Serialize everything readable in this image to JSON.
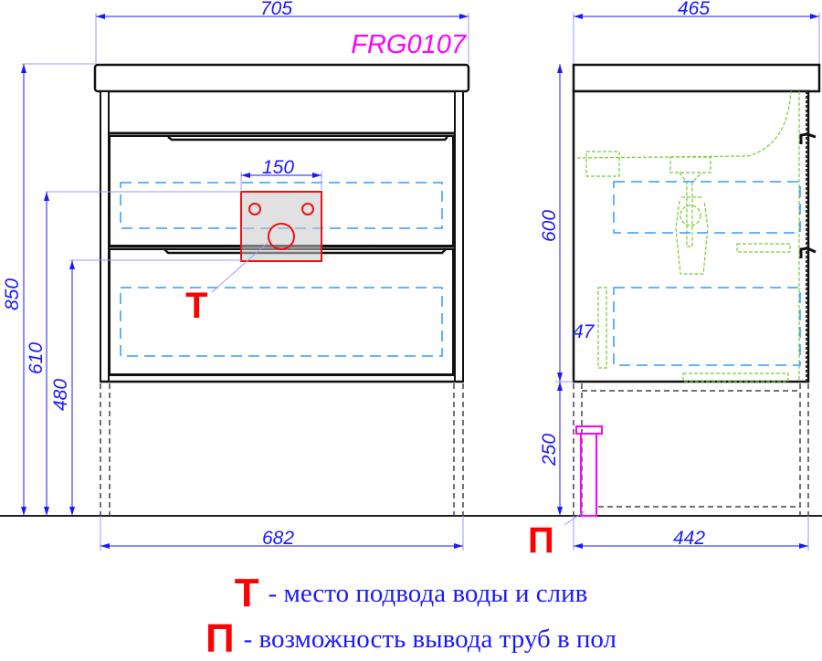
{
  "model": "FRG0107",
  "front_view": {
    "width_top": "705",
    "width_bottom": "682",
    "height_total": "850",
    "height_pipe_upper": "610",
    "height_pipe_lower": "480",
    "panel_width": "150",
    "marker": "Т"
  },
  "side_view": {
    "depth_top": "465",
    "depth_bottom": "442",
    "height_body": "600",
    "height_legs": "250",
    "offset": "47",
    "marker": "П"
  },
  "legend": [
    {
      "symbol": "Т",
      "text": "- место подвода воды и слив"
    },
    {
      "symbol": "П",
      "text": "- возможность вывода труб в пол"
    }
  ],
  "colors": {
    "dimension": "#1a1aff",
    "marker": "#ff0000",
    "model": "#ff00ff",
    "hidden": "#3399ff",
    "fixture": "#77cc33"
  }
}
